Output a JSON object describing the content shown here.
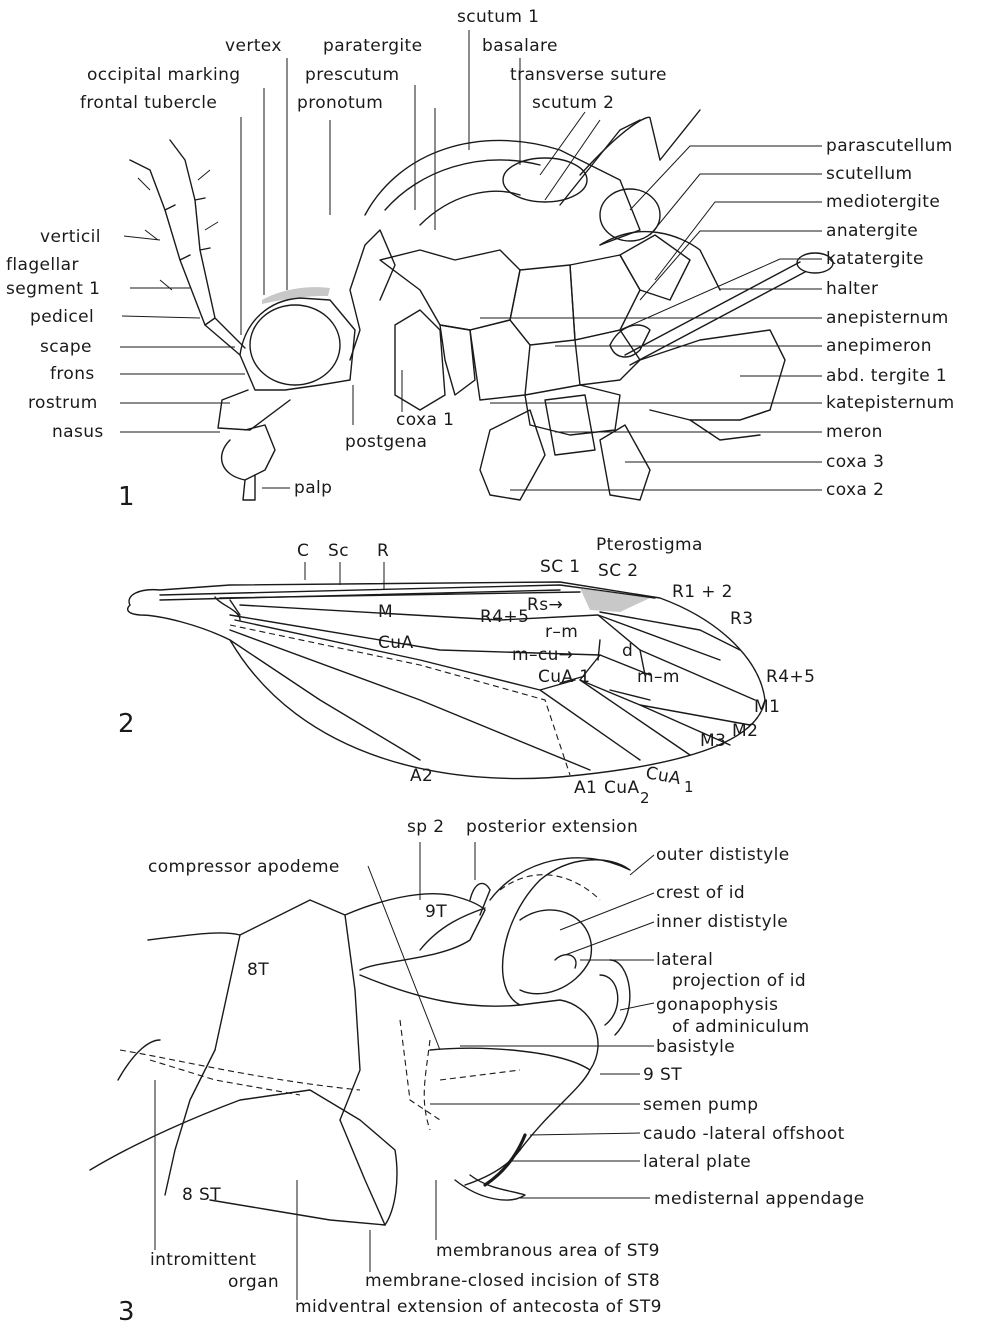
{
  "figure1": {
    "number": "1",
    "labels": {
      "scutum_1": "scutum 1",
      "basalare": "basalare",
      "vertex": "vertex",
      "paratergite": "paratergite",
      "occipital_marking": "occipital marking",
      "prescutum": "prescutum",
      "transverse_suture": "transverse suture",
      "frontal_tubercle": "frontal tubercle",
      "pronotum": "pronotum",
      "scutum_2": "scutum 2",
      "verticil": "verticil",
      "flagellar_1": "flagellar",
      "flagellar_2": "segment 1",
      "pedicel": "pedicel",
      "scape": "scape",
      "frons": "frons",
      "rostrum": "rostrum",
      "nasus": "nasus",
      "coxa_1": "coxa 1",
      "postgena": "postgena",
      "palp": "palp",
      "parascutellum": "parascutellum",
      "scutellum": "scutellum",
      "mediotergite": "mediotergite",
      "anatergite": "anatergite",
      "katatergite": "katatergite",
      "halter": "halter",
      "anepisternum": "anepisternum",
      "anepimeron": "anepimeron",
      "abd_tergite_1": "abd. tergite 1",
      "katepisternum": "katepisternum",
      "meron": "meron",
      "coxa_3": "coxa 3",
      "coxa_2": "coxa 2"
    }
  },
  "figure2": {
    "number": "2",
    "labels": {
      "c": "C",
      "sc": "Sc",
      "r": "R",
      "sc1": "SC 1",
      "pterostigma": "Pterostigma",
      "sc2": "SC 2",
      "r1_2": "R1 + 2",
      "r3": "R3",
      "rs": "Rs→",
      "r4_5_inner": "R4+5",
      "m": "M",
      "r_m": "r–m",
      "m_cu": "m–cu→",
      "d": "d",
      "cua": "CuA",
      "cua1_inner": "CuA 1",
      "m_m": "m–m",
      "r4_5_tip": "R4+5",
      "m1": "M1",
      "m2": "M2",
      "m3": "M3",
      "a2": "A2",
      "a1": "A1",
      "cua2_edge": "CuA",
      "cua2_sub": "2",
      "cua1_edge": "CuA",
      "cua1_sub": "1"
    }
  },
  "figure3": {
    "number": "3",
    "labels": {
      "sp2": "sp 2",
      "posterior_extension": "posterior extension",
      "outer_dististyle": "outer dististyle",
      "compressor_apodeme": "compressor apodeme",
      "crest_of_id": "crest of id",
      "t9": "9T",
      "inner_dististyle": "inner dististyle",
      "t8": "8T",
      "lateral_proj_1": "lateral",
      "lateral_proj_2": "projection of id",
      "gonapophysis_1": "gonapophysis",
      "gonapophysis_2": "of adminiculum",
      "basistyle": "basistyle",
      "st9": "9 ST",
      "semen_pump": "semen pump",
      "caudo_lateral": "caudo -lateral offshoot",
      "lateral_plate": "lateral plate",
      "st8": "8 ST",
      "medisternal": "medisternal appendage",
      "membranous_area": "membranous area of ST9",
      "intromittent_1": "intromittent",
      "intromittent_2": "organ",
      "membrane_closed": "membrane-closed incision of ST8",
      "midventral": "midventral extension of antecosta of ST9"
    }
  }
}
